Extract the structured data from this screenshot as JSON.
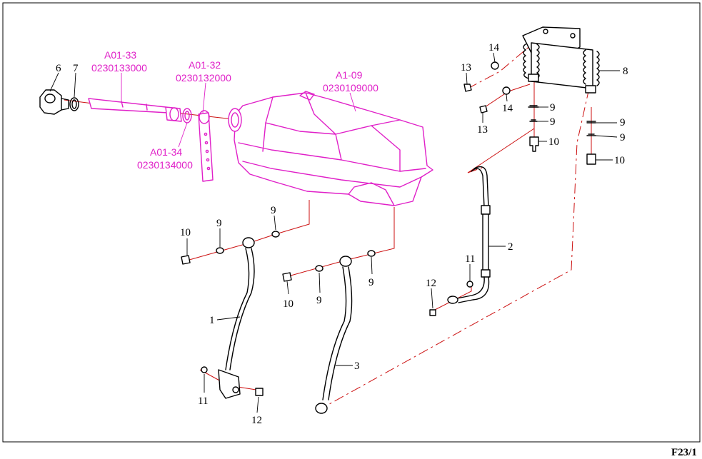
{
  "sheet_id": "F23/1",
  "colors": {
    "highlight": "#e020c8",
    "route": "#cc1111",
    "line": "#000000"
  },
  "callouts": {
    "c1": "1",
    "c2": "2",
    "c3": "3",
    "c6": "6",
    "c7": "7",
    "c8": "8",
    "c9a": "9",
    "c9b": "9",
    "c9c": "9",
    "c9d": "9",
    "c9e": "9",
    "c9f": "9",
    "c9g": "9",
    "c9h": "9",
    "c10a": "10",
    "c10b": "10",
    "c10c": "10",
    "c10d": "10",
    "c11a": "11",
    "c11b": "11",
    "c12a": "12",
    "c12b": "12",
    "c13a": "13",
    "c13b": "13",
    "c14a": "14",
    "c14b": "14"
  },
  "highlight_parts": {
    "a0133": {
      "ref": "A01-33",
      "code": "0230133000"
    },
    "a0132": {
      "ref": "A01-32",
      "code": "0230132000"
    },
    "a0134": {
      "ref": "A01-34",
      "code": "0230134000"
    },
    "a109": {
      "ref": "A1-09",
      "code": "0230109000"
    }
  }
}
